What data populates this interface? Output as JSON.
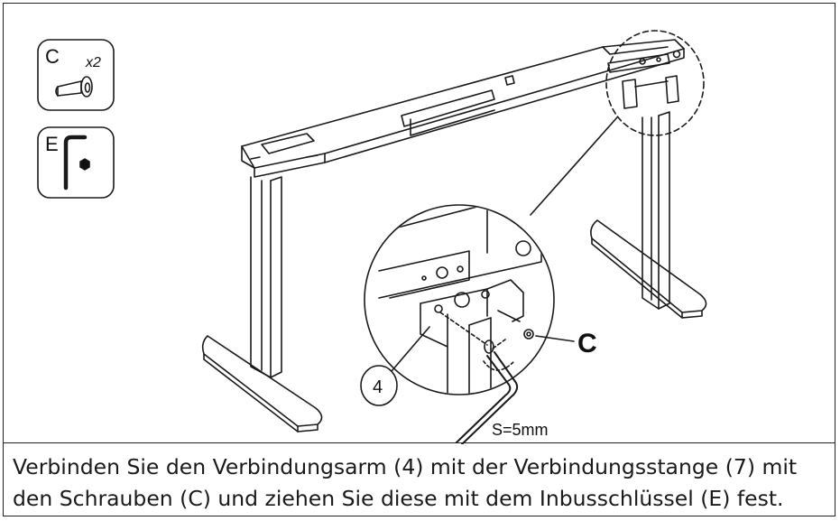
{
  "parts": {
    "screw": {
      "letter": "C",
      "quantity": "x2",
      "icon": "screw-icon"
    },
    "wrench": {
      "letter": "E",
      "icon": "hex-key-icon"
    }
  },
  "callouts": {
    "part_number": "4",
    "screw_label": "C",
    "wrench_size": "S=5mm"
  },
  "instruction": {
    "line1": "Verbinden Sie den Verbindungsarm (4) mit der Verbindungsstange (7) mit",
    "line2": "den Schrauben (C) und ziehen Sie diese mit dem Inbusschlüssel (E) fest."
  }
}
